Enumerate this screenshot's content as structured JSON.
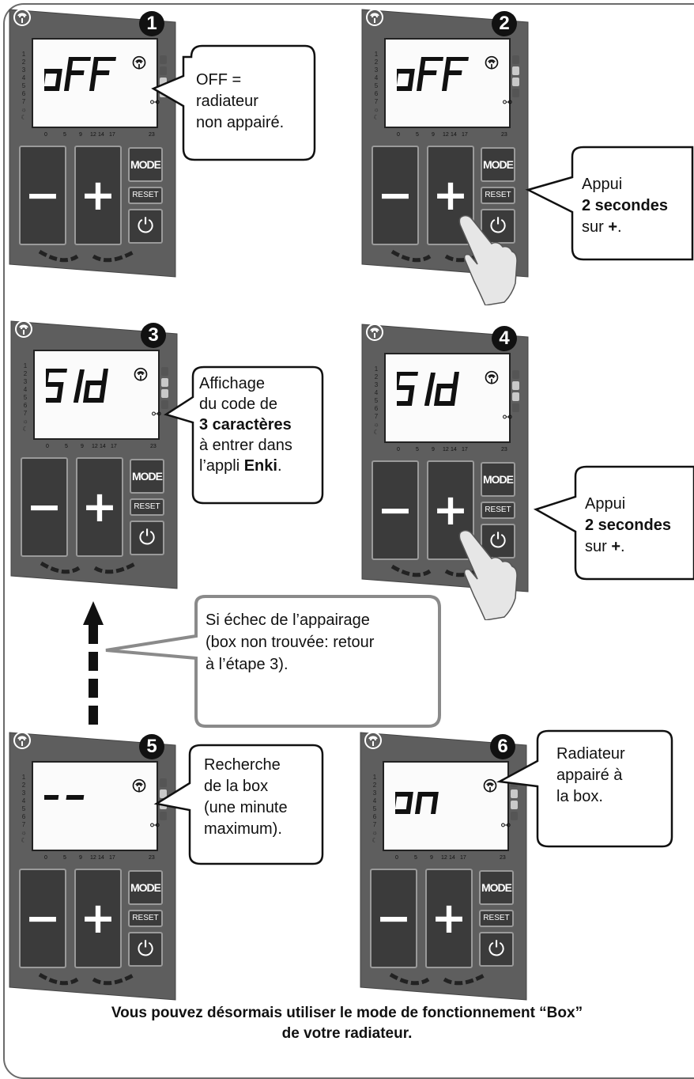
{
  "buttons": {
    "minus": "−",
    "plus": "+",
    "mode": "MODE",
    "reset": "RESET",
    "power": "⏻"
  },
  "icons": {
    "wifi": "wifi-icon",
    "link": "link-icon",
    "hand": "finger-pointer-icon"
  },
  "lcd_scale_left": [
    "1",
    "2",
    "3",
    "4",
    "5",
    "6",
    "7"
  ],
  "lcd_scale_bottom": [
    "0",
    "5",
    "9",
    "12",
    "14",
    "17",
    "23"
  ],
  "steps": [
    {
      "number": "1",
      "display": "oFF"
    },
    {
      "number": "2",
      "display": "oFF"
    },
    {
      "number": "3",
      "display": "51d"
    },
    {
      "number": "4",
      "display": "51d"
    },
    {
      "number": "5",
      "display": "--"
    },
    {
      "number": "6",
      "display": "on"
    }
  ],
  "callouts": {
    "step1": {
      "line1": "OFF =",
      "line2": "radiateur",
      "line3": "non appairé."
    },
    "step2": {
      "line1": "Appui",
      "line2": "2 secondes",
      "line3_pre": "sur ",
      "line3_bold": "+",
      "line3_post": "."
    },
    "step3": {
      "line1": "Affichage",
      "line2": "du code de",
      "line3": "3 caractères",
      "line4": "à entrer dans",
      "line5_pre": "l’appli ",
      "line5_bold": "Enki",
      "line5_post": "."
    },
    "step4": {
      "line1": "Appui",
      "line2": "2 secondes",
      "line3_pre": "sur ",
      "line3_bold": "+",
      "line3_post": "."
    },
    "failure": {
      "line1": "Si échec de l’appairage",
      "line2": "(box non trouvée: retour",
      "line3": "à l’étape 3)."
    },
    "step5": {
      "line1": "Recherche",
      "line2": "de la box",
      "line3": "(une minute",
      "line4": "maximum)."
    },
    "step6": {
      "line1": "Radiateur",
      "line2": "appairé à",
      "line3": "la box."
    }
  },
  "footer": {
    "line1": "Vous pouvez désormais utiliser le mode de fonctionnement “Box”",
    "line2": "de votre radiateur."
  }
}
